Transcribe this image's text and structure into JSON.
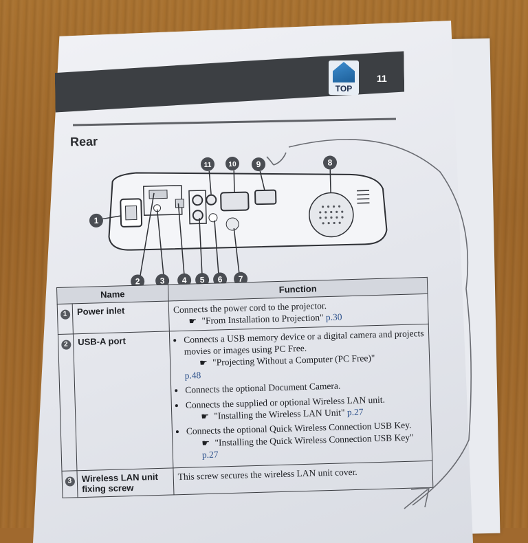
{
  "header": {
    "top_label": "TOP",
    "page_number": "11"
  },
  "section": {
    "title": "Rear"
  },
  "diagram": {
    "callouts": [
      "1",
      "2",
      "3",
      "4",
      "5",
      "6",
      "7",
      "8",
      "9",
      "10",
      "11"
    ]
  },
  "table": {
    "col_name": "Name",
    "col_function": "Function",
    "rows": [
      {
        "num": "1",
        "name": "Power inlet",
        "text": "Connects the power cord to the projector.",
        "ref": "\"From Installation to Projection\"",
        "page": "p.30"
      },
      {
        "num": "2",
        "name": "USB-A port",
        "bullets": [
          {
            "text": "Connects a USB memory device or a digital camera and projects movies or images using PC Free.",
            "ref": "\"Projecting Without a Computer (PC Free)\"",
            "page": "p.48"
          },
          {
            "text": "Connects the optional Document Camera."
          },
          {
            "text": "Connects the supplied or optional Wireless LAN unit.",
            "ref": "\"Installing the Wireless LAN Unit\"",
            "page": "p.27"
          },
          {
            "text": "Connects the optional Quick Wireless Connection USB Key.",
            "ref": "\"Installing the Quick Wireless Connection USB Key\"",
            "page": "p.27"
          }
        ]
      },
      {
        "num": "3",
        "name": "Wireless LAN unit fixing screw",
        "text": "This screw secures the wireless LAN unit cover."
      }
    ]
  },
  "colors": {
    "header_bar": "#3c3f43",
    "page_ref": "#2a4f8a",
    "wood": "#a0692e"
  }
}
